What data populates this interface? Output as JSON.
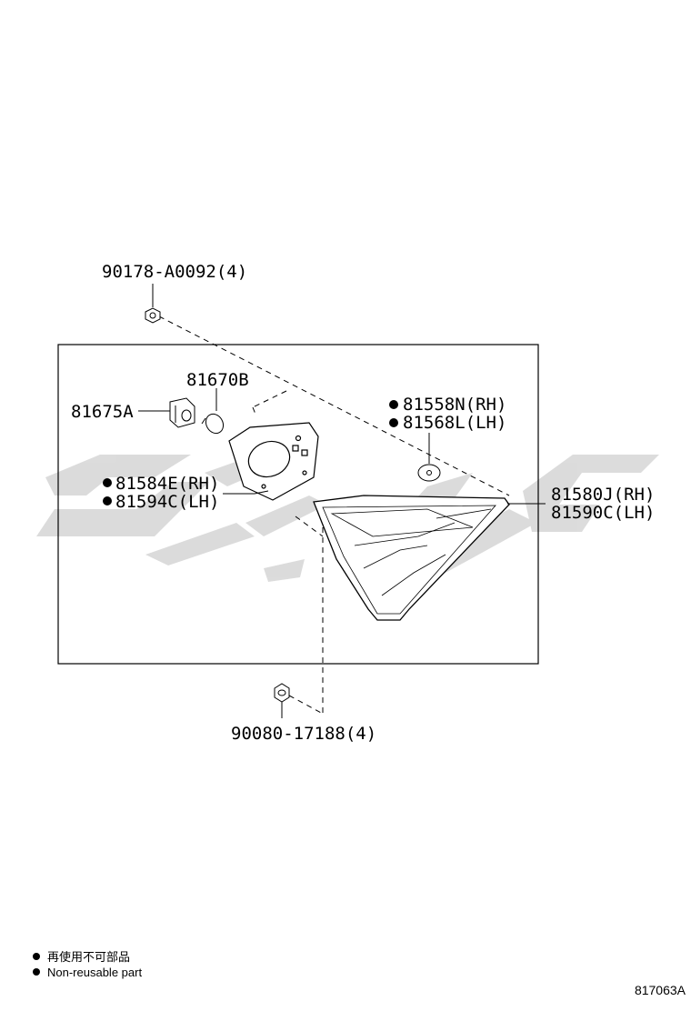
{
  "diagram": {
    "parts": [
      {
        "id": "screw_top",
        "label": "90178-A0092(4)",
        "nonreusable": false
      },
      {
        "id": "bulb",
        "label": "81670B",
        "nonreusable": false
      },
      {
        "id": "socket",
        "label": "81675A",
        "nonreusable": false
      },
      {
        "id": "cushion_rh",
        "label": "81558N(RH)",
        "nonreusable": true
      },
      {
        "id": "cushion_lh",
        "label": "81568L(LH)",
        "nonreusable": false
      },
      {
        "id": "gasket_rh",
        "label": "81584E(RH)",
        "nonreusable": true
      },
      {
        "id": "gasket_lh",
        "label": "81594C(LH)",
        "nonreusable": true
      },
      {
        "id": "lamp_rh",
        "label": "81580J(RH)",
        "nonreusable": false
      },
      {
        "id": "lamp_lh",
        "label": "81590C(LH)",
        "nonreusable": false
      },
      {
        "id": "nut_bottom",
        "label": "90080-17188(4)",
        "nonreusable": false
      }
    ],
    "legend": [
      {
        "text": "再使用不可部品"
      },
      {
        "text": "Non-reusable part"
      }
    ],
    "reference_code": "817063A"
  },
  "colors": {
    "line": "#000000",
    "watermark": "#d6d6d6"
  }
}
